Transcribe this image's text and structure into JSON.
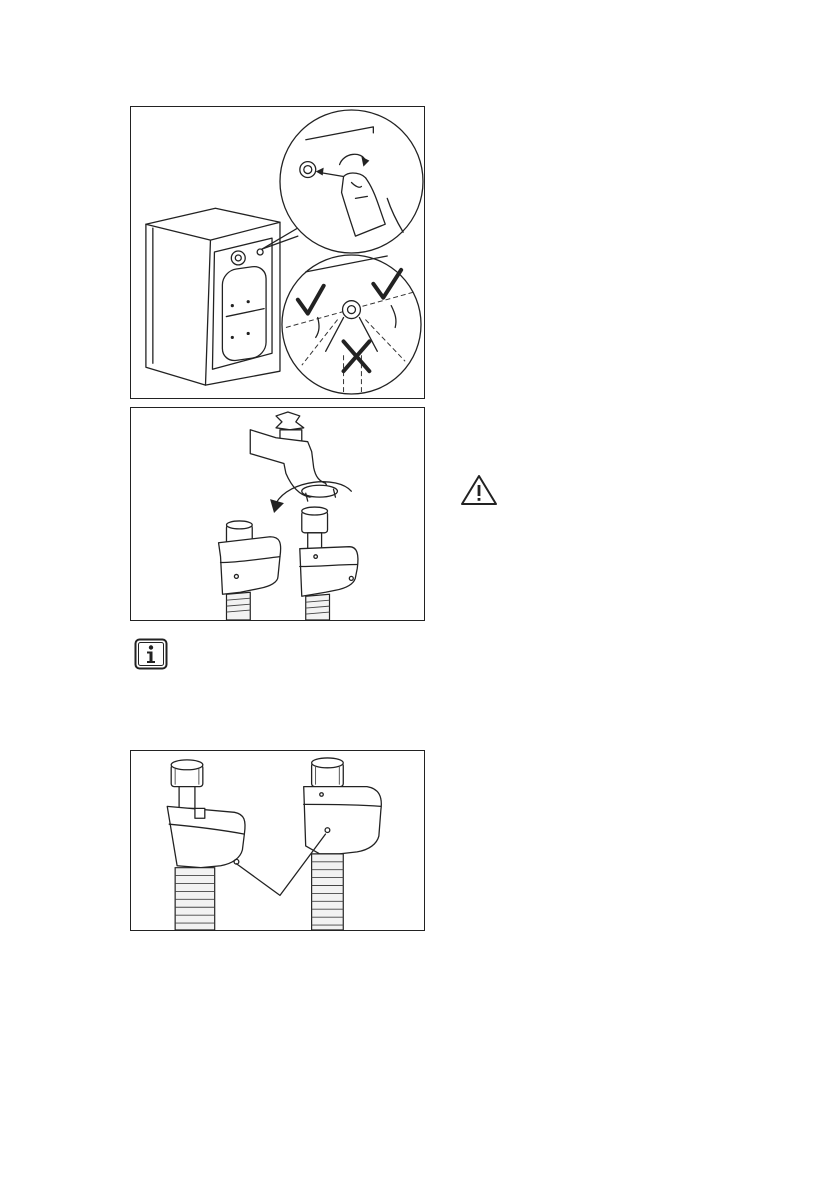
{
  "figures": [
    {
      "icon": "washing-machine-inlet-hose-illustration"
    },
    {
      "icon": "tap-hose-connection-illustration"
    },
    {
      "icon": "hose-safety-valve-illustration"
    }
  ],
  "notes": {
    "info_icon": "info-icon",
    "warning_icon": "warning-triangle-icon"
  }
}
